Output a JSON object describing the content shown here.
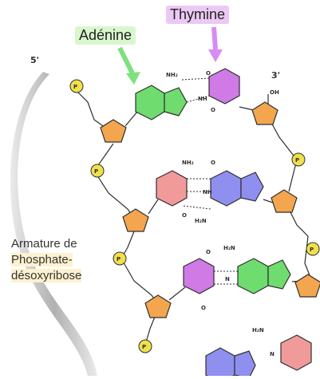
{
  "labels": {
    "adenine": "Adénine",
    "thymine": "Thymine",
    "armature_line1": "Armature de",
    "armature_line2": "Phosphate-",
    "armature_line3": "désoxyribose",
    "end_5": "5'",
    "end_3": "3'"
  },
  "atoms": {
    "NH2": "NH₂",
    "NH": "NH",
    "N": "N",
    "O": "O",
    "OH": "OH",
    "P": "P",
    "H2N": "H₂N"
  },
  "colors": {
    "adenine": "#6edc6e",
    "thymine": "#d07ae6",
    "cytosine": "#f19a9a",
    "guanine": "#8f8ff0",
    "sugar": "#f3a64e",
    "phosphate": "#f1e04a",
    "backbone": "#b7b7b7",
    "bond": "#2f2f2f",
    "nitrogen": "#2a2aaa",
    "oxygen": "#cc2222"
  }
}
